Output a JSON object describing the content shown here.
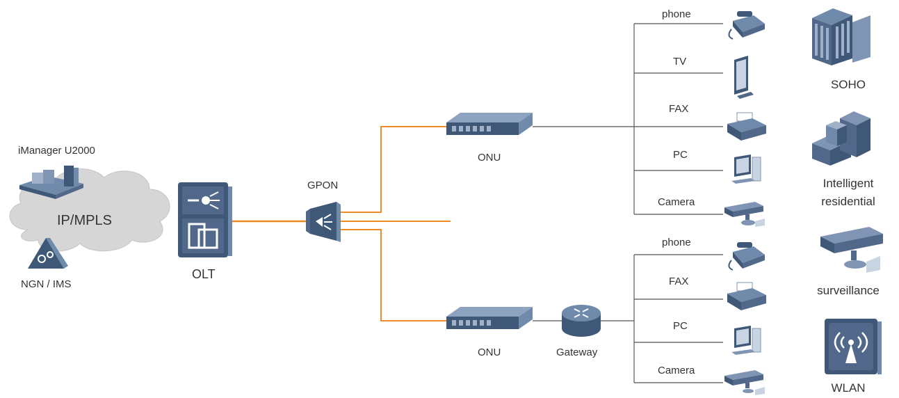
{
  "network": {
    "cloud_label": "IP/MPLS",
    "manager_label": "iManager U2000",
    "ngn_label": "NGN / IMS",
    "olt_label": "OLT",
    "splitter_label": "GPON"
  },
  "onu_top": {
    "label": "ONU",
    "devices": [
      "phone",
      "TV",
      "FAX",
      "PC",
      "Camera"
    ]
  },
  "onu_bottom": {
    "label": "ONU",
    "gateway_label": "Gateway",
    "devices": [
      "phone",
      "FAX",
      "PC",
      "Camera"
    ]
  },
  "scenarios": [
    {
      "label_line1": "SOHO",
      "label_line2": ""
    },
    {
      "label_line1": "Intelligent",
      "label_line2": "residential"
    },
    {
      "label_line1": "surveillance",
      "label_line2": ""
    },
    {
      "label_line1": "WLAN",
      "label_line2": ""
    }
  ],
  "colors": {
    "fiber": "#f08a24",
    "line": "#555555",
    "device_dark": "#3f5878",
    "device_mid": "#6f8aab",
    "device_light": "#c9d4e2",
    "cloud": "#d4d4d4"
  }
}
